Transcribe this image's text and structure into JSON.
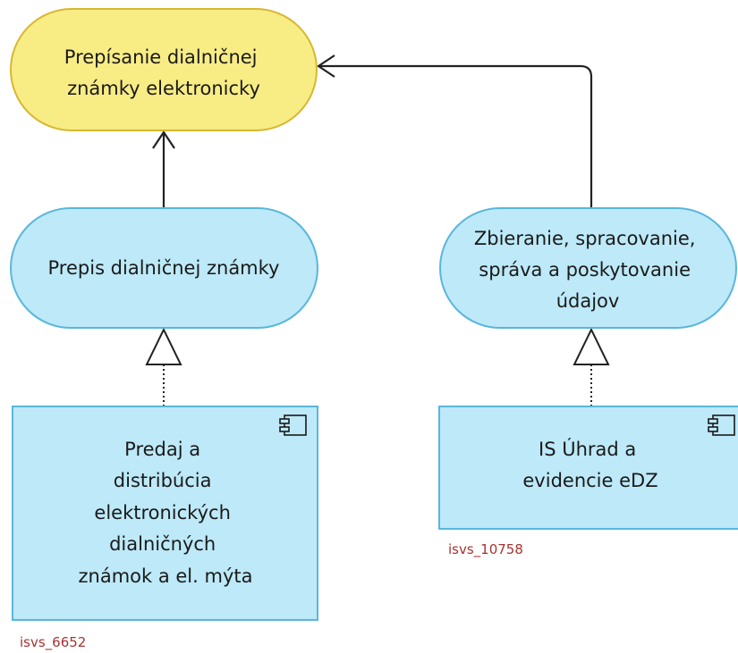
{
  "diagram": {
    "service_top": {
      "lines": [
        "Prepísanie dialničnej",
        "známky elektronicky"
      ],
      "fill": "#f8ec85",
      "stroke": "#d6b830"
    },
    "service_left": {
      "lines": [
        "Prepis dialničnej známky"
      ],
      "fill": "#bde9f8",
      "stroke": "#5ab6dc"
    },
    "service_right": {
      "lines": [
        "Zbieranie, spracovanie,",
        "správa a poskytovanie",
        "údajov"
      ],
      "fill": "#bde9f8",
      "stroke": "#5ab6dc"
    },
    "component_left": {
      "lines": [
        "Predaj a",
        "distribúcia",
        "elektronických",
        "dialničných",
        "známok a el. mýta"
      ],
      "caption": "isvs_6652",
      "fill": "#bde9f8",
      "stroke": "#5ab6dc"
    },
    "component_right": {
      "lines": [
        "IS Úhrad a",
        "evidencie eDZ"
      ],
      "caption": "isvs_10758",
      "fill": "#bde9f8",
      "stroke": "#5ab6dc"
    },
    "edge_color": "#222222",
    "caption_color": "#a83232"
  }
}
